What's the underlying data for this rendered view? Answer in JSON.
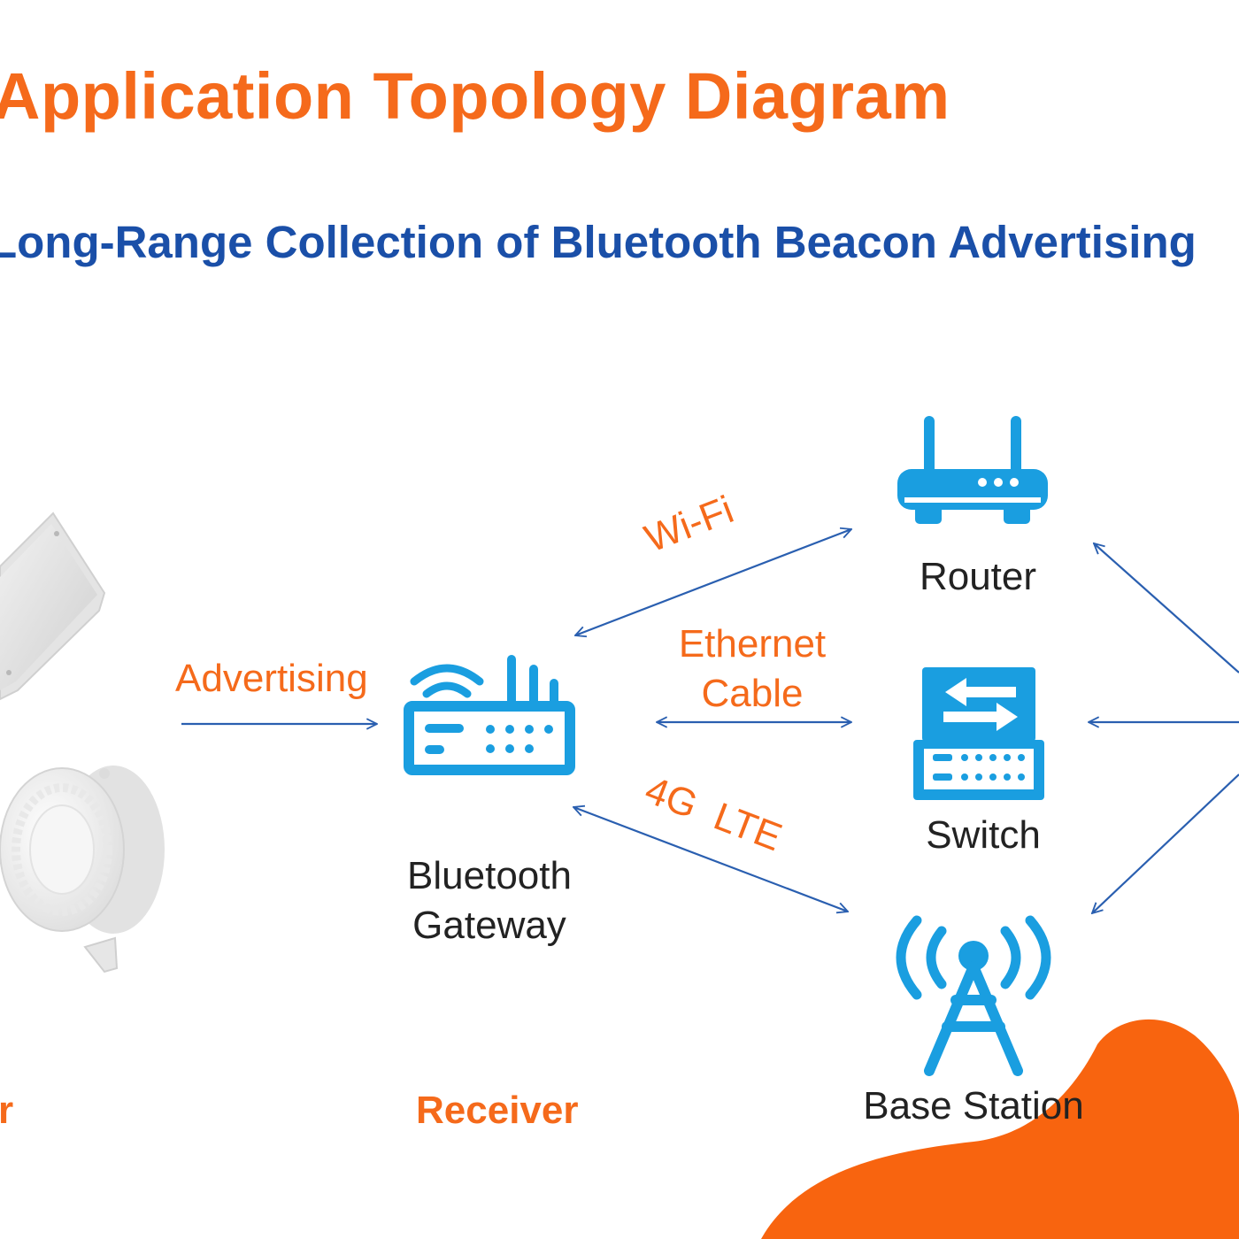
{
  "title": "Application Topology Diagram",
  "subtitle": "Long-Range Collection of Bluetooth Beacon Advertising",
  "nodes": {
    "gateway": [
      "Bluetooth",
      "Gateway"
    ],
    "router": "Router",
    "switch": "Switch",
    "base_station": "Base Station"
  },
  "links": {
    "advertising": "Advertising",
    "wifi": "Wi-Fi",
    "ethernet": [
      "Ethernet",
      "Cable"
    ],
    "lte": "4G  LTE"
  },
  "bottom_labels": {
    "left_partial": "r",
    "receiver": "Receiver"
  },
  "colors": {
    "accent": "#f56a1b",
    "icon_blue": "#1a9ee0",
    "arrow_blue": "#2a5fb0",
    "title_blue": "#1a4fa8"
  }
}
